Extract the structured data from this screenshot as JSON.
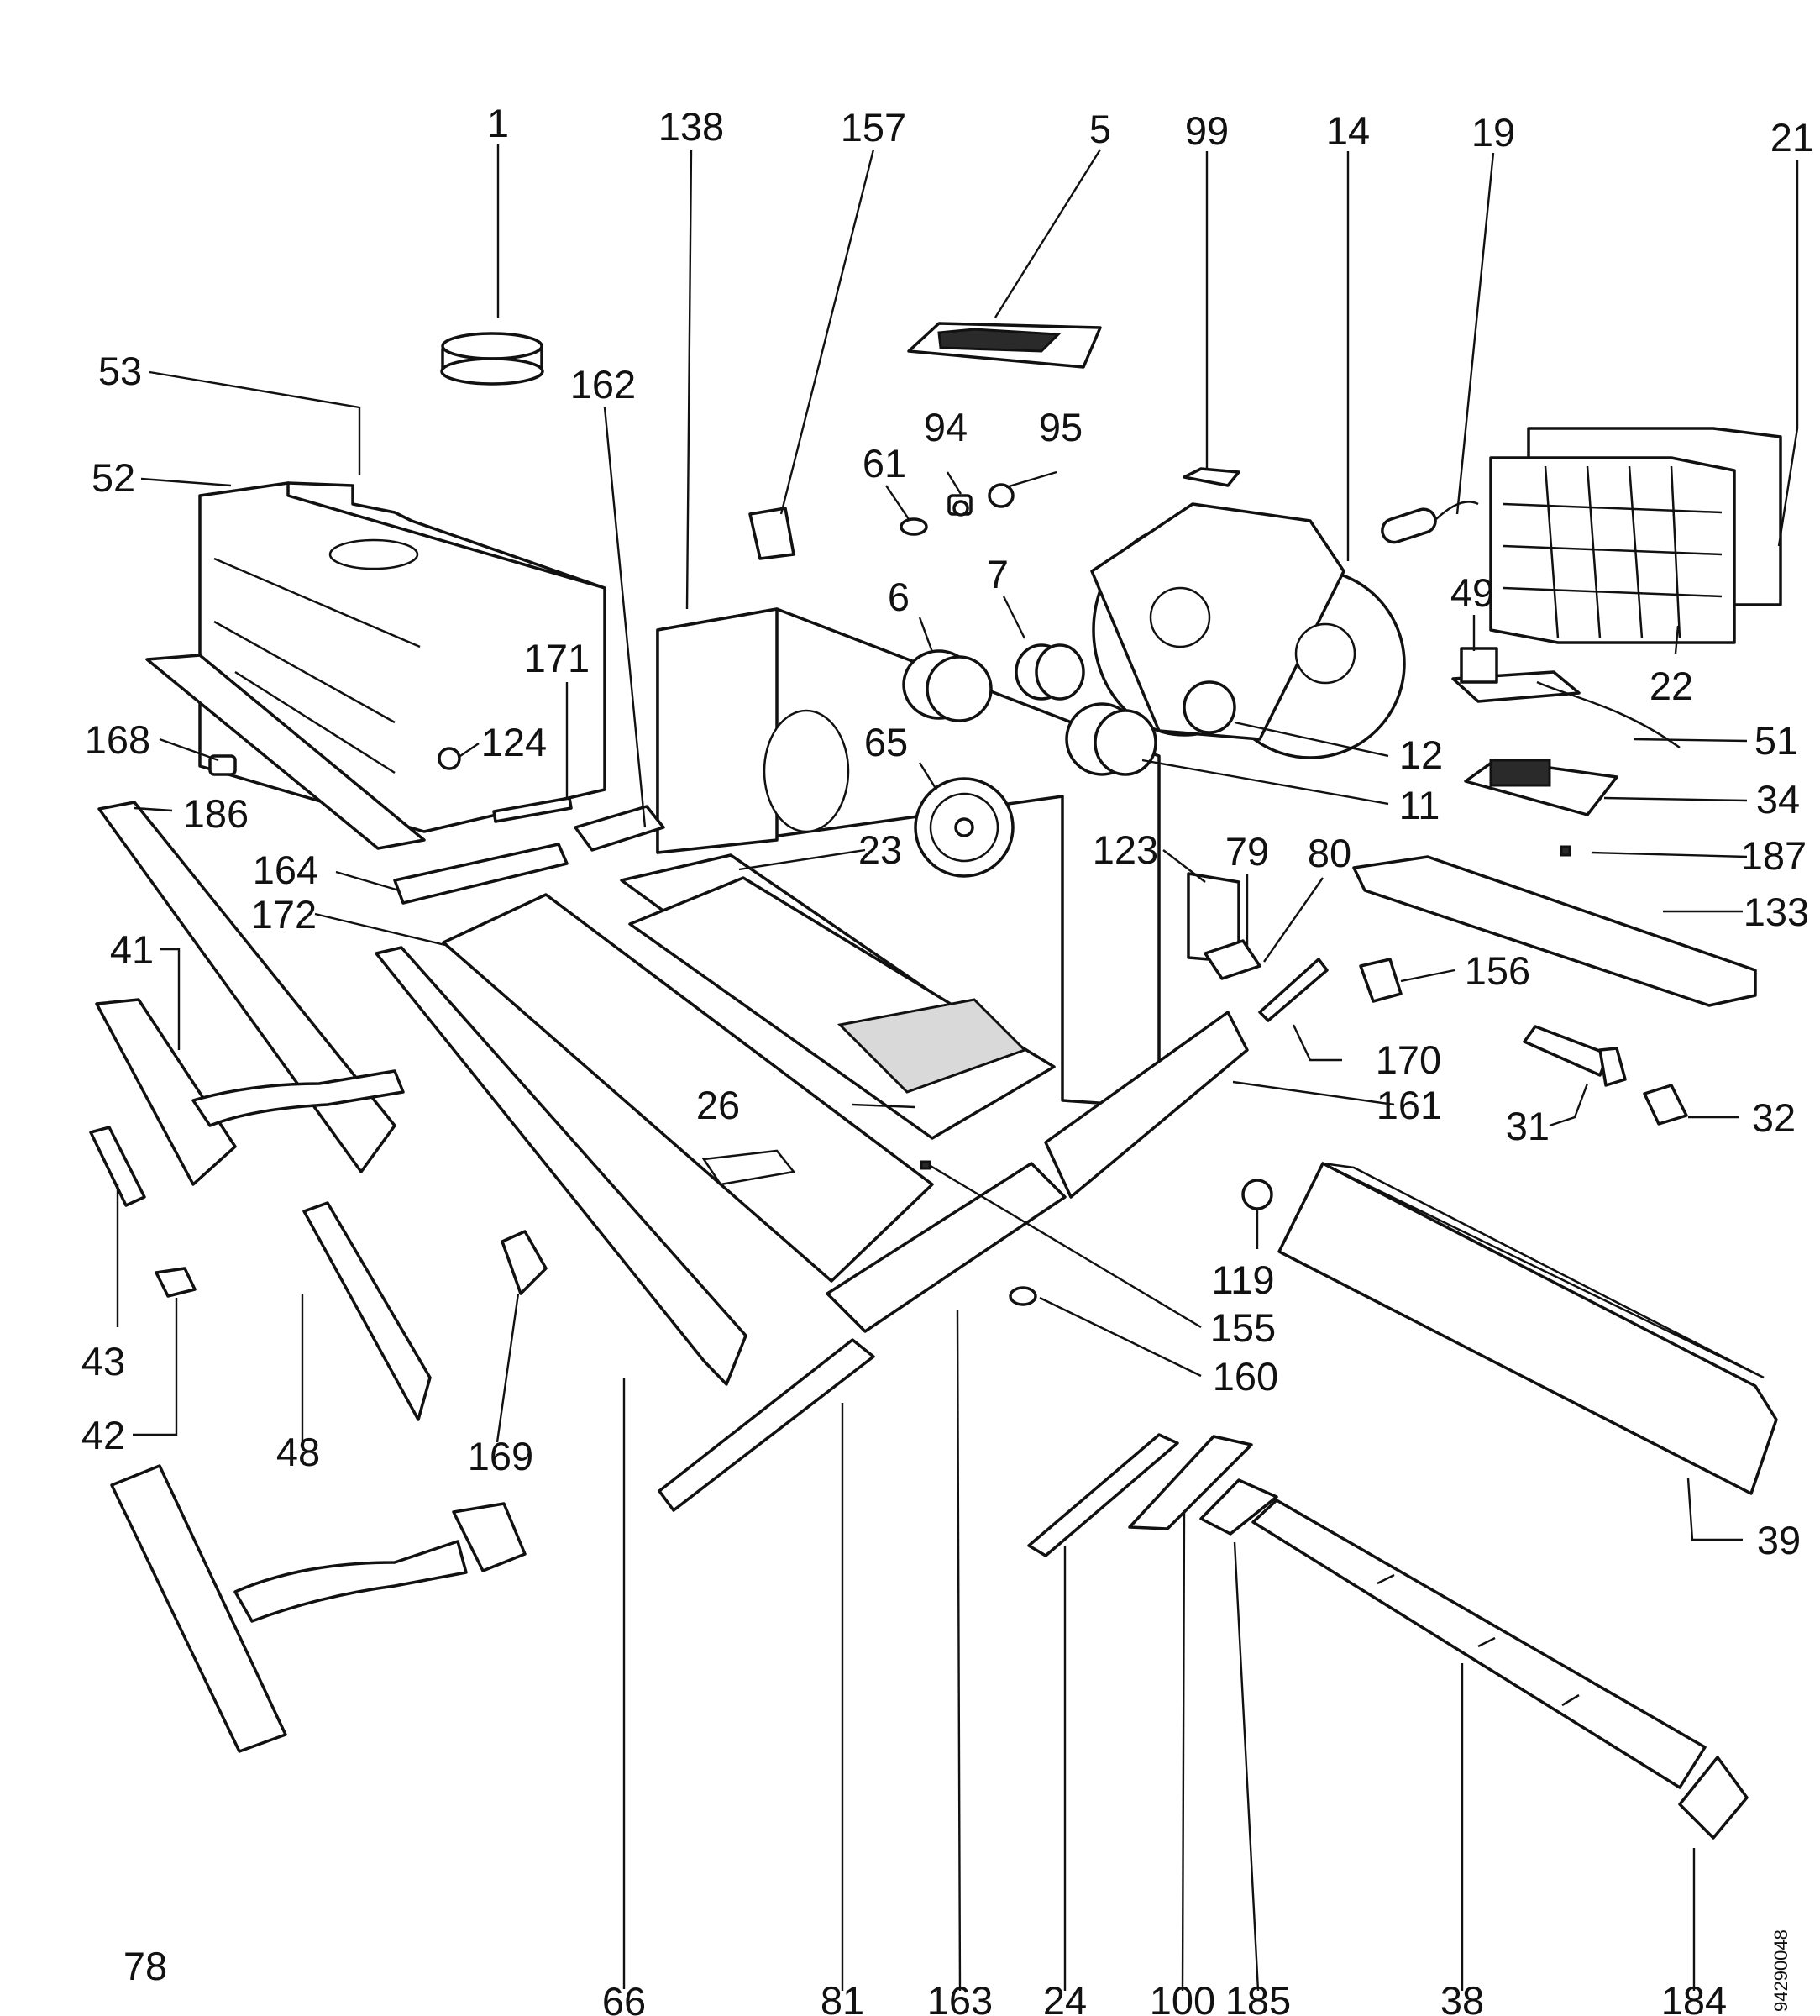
{
  "diagram": {
    "doc_id": "94290048",
    "labels": {
      "l1": "1",
      "l138": "138",
      "l157": "157",
      "l5": "5",
      "l99": "99",
      "l14": "14",
      "l19": "19",
      "l21": "21",
      "l53": "53",
      "l162": "162",
      "l94": "94",
      "l95": "95",
      "l61": "61",
      "l52": "52",
      "l49": "49",
      "l7": "7",
      "l6": "6",
      "l22": "22",
      "l171": "171",
      "l168": "168",
      "l124": "124",
      "l65": "65",
      "l12": "12",
      "l51": "51",
      "l186": "186",
      "l11": "11",
      "l34": "34",
      "l164": "164",
      "l23": "23",
      "l123": "123",
      "l79": "79",
      "l80": "80",
      "l187": "187",
      "l172": "172",
      "l133": "133",
      "l41": "41",
      "l156": "156",
      "l170": "170",
      "l26": "26",
      "l161": "161",
      "l31": "31",
      "l32": "32",
      "l43": "43",
      "l119": "119",
      "l155": "155",
      "l160": "160",
      "l42": "42",
      "l48": "48",
      "l169": "169",
      "l39": "39",
      "l78": "78",
      "l66": "66",
      "l81": "81",
      "l163": "163",
      "l24": "24",
      "l100": "100",
      "l185": "185",
      "l38": "38",
      "l184": "184"
    }
  }
}
